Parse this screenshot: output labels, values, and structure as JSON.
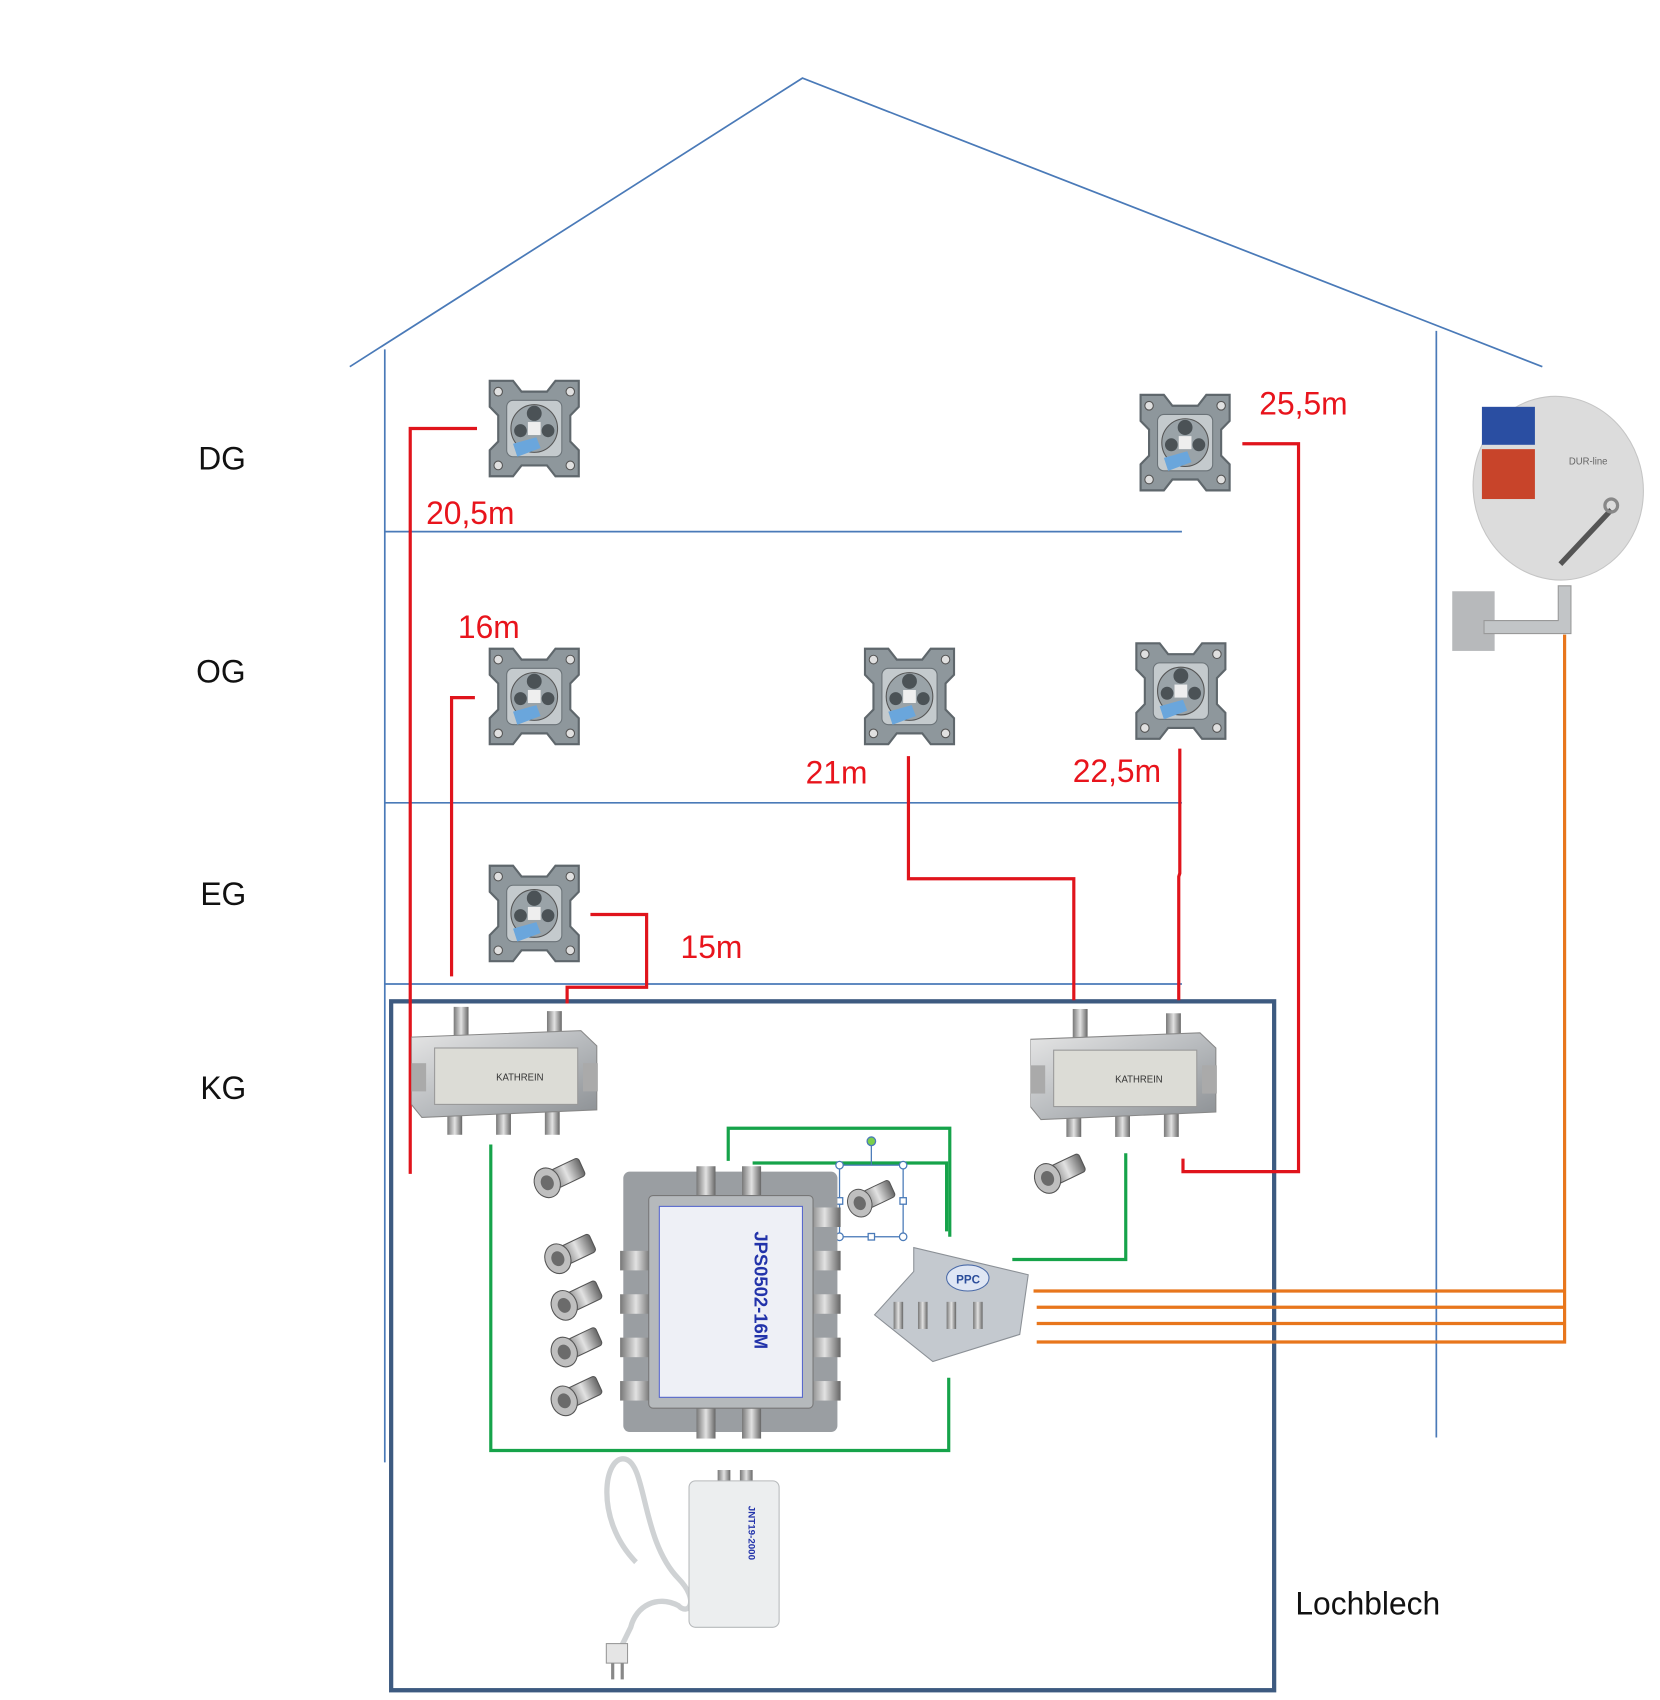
{
  "floors": {
    "dg": "DG",
    "og": "OG",
    "eg": "EG",
    "kg": "KG"
  },
  "cable_lengths": {
    "dg_left": "20,5m",
    "dg_right": "25,5m",
    "og_left": "16m",
    "og_middle": "21m",
    "og_right": "22,5m",
    "eg": "15m"
  },
  "enclosure_label": "Lochblech",
  "device_labels": {
    "dish_brand": "DUR-line",
    "multiswitch_model": "JPS0502-16M",
    "power_supply_model": "JNT19-2000",
    "ground_block_brand": "PPC"
  },
  "colors": {
    "walls": "#4a7ab8",
    "coax_to_sockets": "#e0141c",
    "coax_internal": "#16a34a",
    "coax_from_lnb": "#e8761c",
    "enclosure": "#3d5a80"
  }
}
